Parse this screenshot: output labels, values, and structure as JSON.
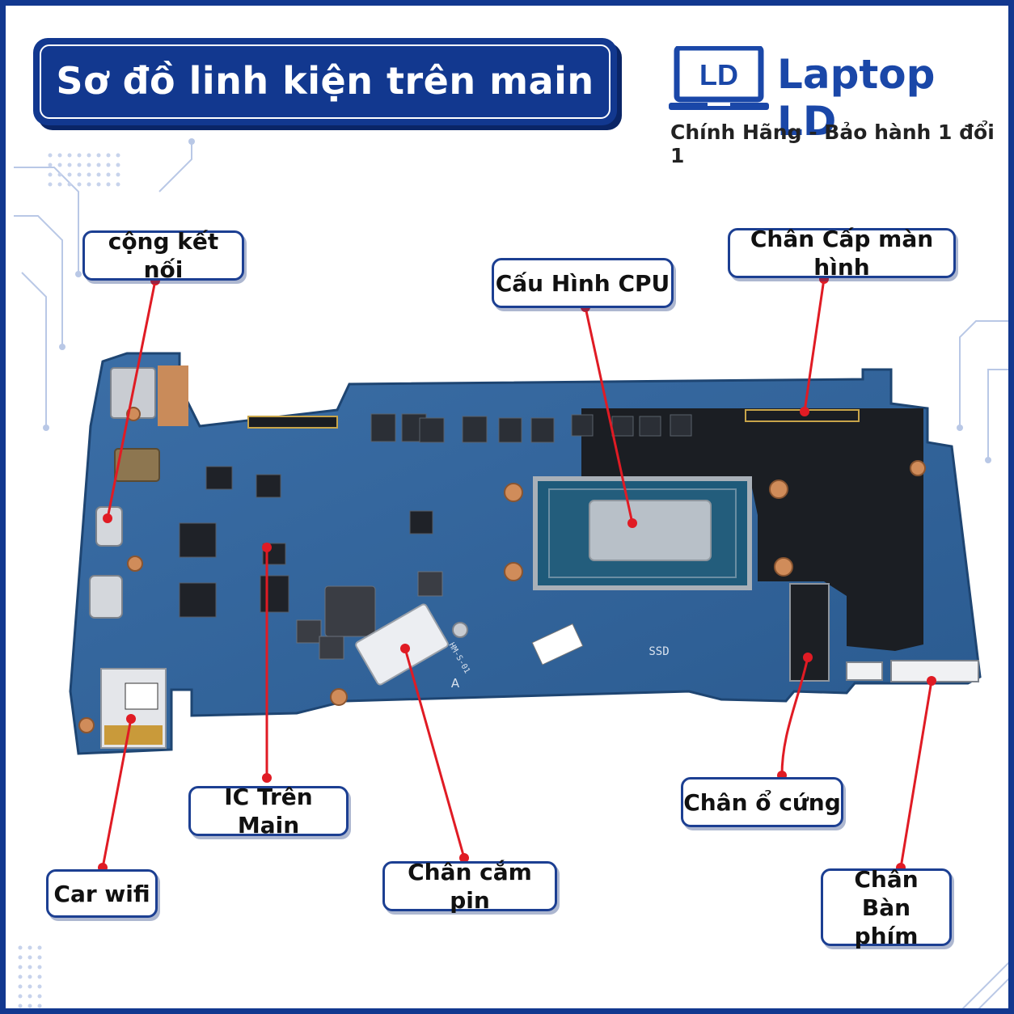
{
  "title": "Sơ đồ linh kiện trên main",
  "brand": {
    "logo_text": "LD",
    "name": "Laptop LD",
    "tagline": "Chính Hãng - Bảo hành 1 đổi 1"
  },
  "board_marks": {
    "ssd": "SSD",
    "hm_label": "HM-S-01",
    "a_label": "A"
  },
  "callouts": [
    {
      "id": "ports",
      "label": "cộng kết nối"
    },
    {
      "id": "cpu",
      "label": "Cấu Hình CPU"
    },
    {
      "id": "display-connector",
      "label": "Chân Cấp màn hình"
    },
    {
      "id": "ic",
      "label": "IC Trên Main"
    },
    {
      "id": "wifi",
      "label": "Car wifi"
    },
    {
      "id": "battery",
      "label": "Chân cắm pin"
    },
    {
      "id": "storage",
      "label": "Chân ổ cứng"
    },
    {
      "id": "keyboard",
      "label": "Chân Bàn phím"
    }
  ],
  "colors": {
    "primary": "#12388f",
    "pcb": "#2f5f96",
    "leader": "#e01b24"
  }
}
